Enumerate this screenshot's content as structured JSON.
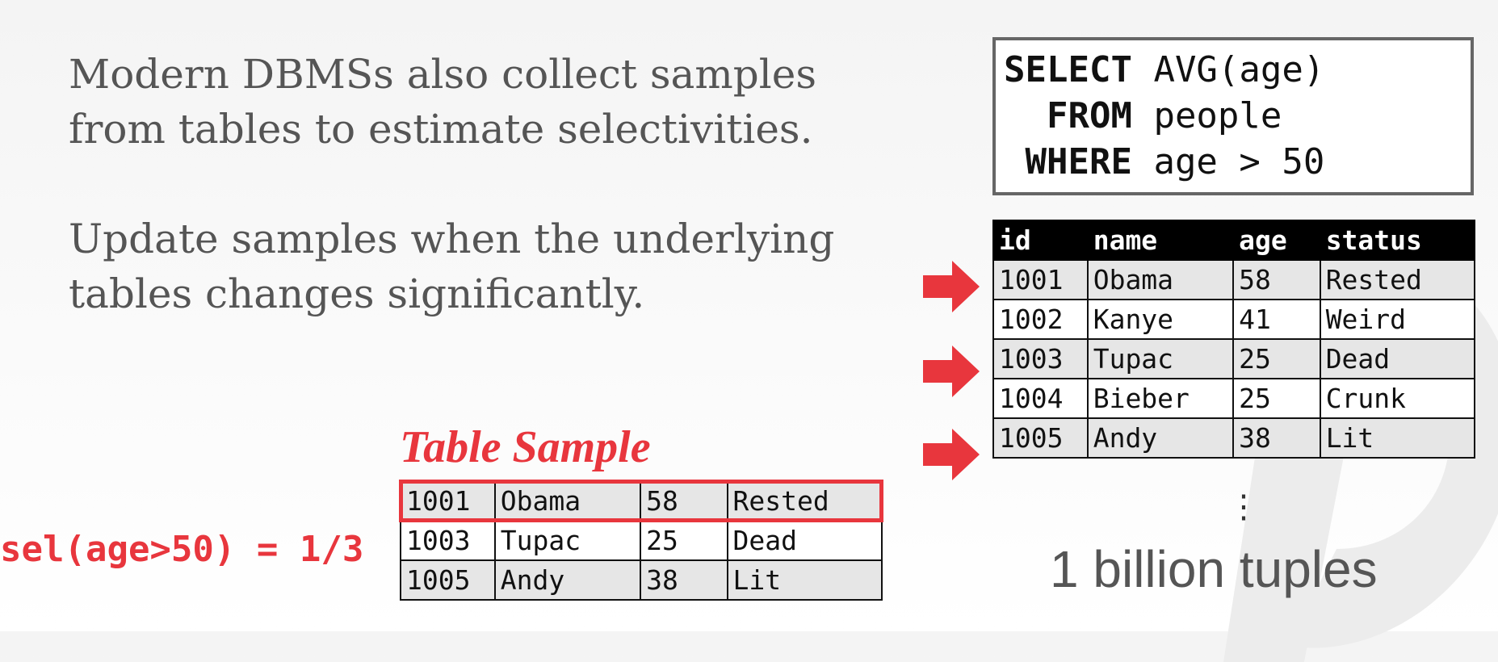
{
  "bullets": [
    "Modern DBMSs also collect samples\nfrom tables to estimate selectivities.",
    "Update samples when the underlying\ntables changes significantly."
  ],
  "sql": {
    "lines": [
      {
        "keyword": "SELECT",
        "rest": "AVG(age)"
      },
      {
        "keyword": "  FROM",
        "rest": "people"
      },
      {
        "keyword": " WHERE",
        "rest": "age > 50"
      }
    ]
  },
  "people_table": {
    "headers": [
      "id",
      "name",
      "age",
      "status"
    ],
    "rows": [
      [
        "1001",
        "Obama",
        "58",
        "Rested"
      ],
      [
        "1002",
        "Kanye",
        "41",
        "Weird"
      ],
      [
        "1003",
        "Tupac",
        "25",
        "Dead"
      ],
      [
        "1004",
        "Bieber",
        "25",
        "Crunk"
      ],
      [
        "1005",
        "Andy",
        "38",
        "Lit"
      ]
    ],
    "ellipsis": "⋮",
    "caption": "1 billion tuples"
  },
  "sample": {
    "title": "Table Sample",
    "rows": [
      [
        "1001",
        "Obama",
        "58",
        "Rested"
      ],
      [
        "1003",
        "Tupac",
        "25",
        "Dead"
      ],
      [
        "1005",
        "Andy",
        "38",
        "Lit"
      ]
    ],
    "selectivity": "sel(age>50) = 1/3"
  },
  "colors": {
    "accent": "#e8363d",
    "text": "#555555",
    "header_bg": "#000000",
    "row_shade": "#e6e6e6"
  }
}
